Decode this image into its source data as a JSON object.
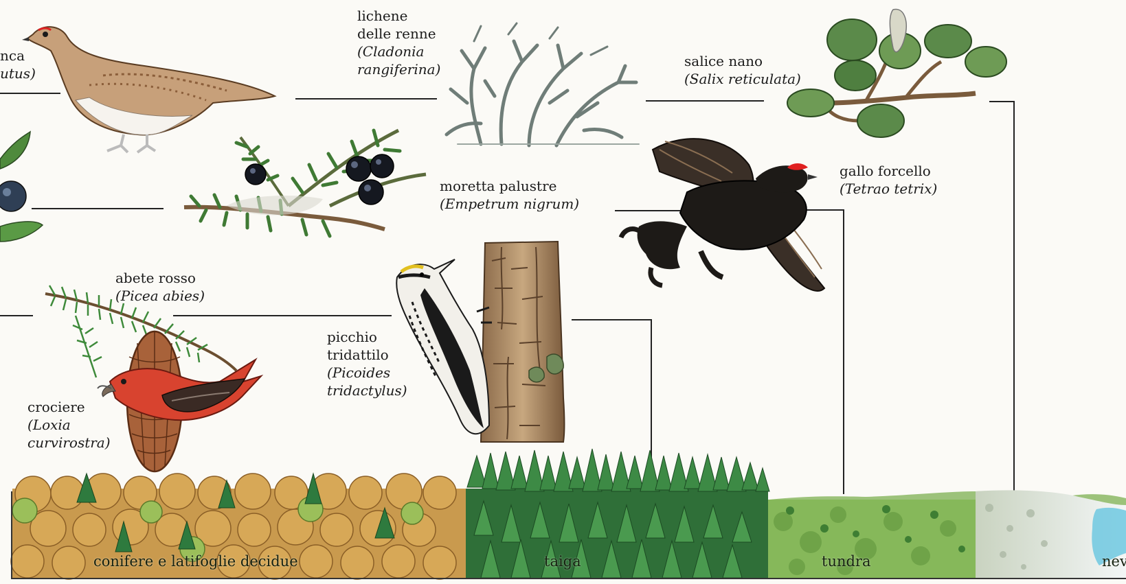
{
  "species": {
    "pernice": {
      "name_partial": "nca",
      "latin_partial": "utus)"
    },
    "lichene": {
      "line1": "lichene",
      "line2": "delle renne",
      "latin1": "(Cladonia",
      "latin2": "rangiferina)"
    },
    "salice": {
      "name": "salice nano",
      "latin": "(Salix reticulata)"
    },
    "moretta": {
      "name": "moretta palustre",
      "latin": "(Empetrum nigrum)"
    },
    "gallo": {
      "name": "gallo forcello",
      "latin": "(Tetrao tetrix)"
    },
    "abete": {
      "name": "abete rosso",
      "latin": "(Picea abies)"
    },
    "picchio": {
      "line1": "picchio",
      "line2": "tridattilo",
      "latin1": "(Picoides",
      "latin2": "tridactylus)"
    },
    "crociere": {
      "name": "crociere",
      "latin1": "(Loxia",
      "latin2": "curvirostra)"
    }
  },
  "biomes": {
    "mixed": "conifere e latifoglie decidue",
    "taiga": "taiga",
    "tundra": "tundra",
    "snow_partial": "nev"
  },
  "colors": {
    "line": "#222222",
    "crossbill_red": "#d8432f",
    "grouse_black": "#1d1a17",
    "grouse_wattle": "#e02020",
    "taiga_green": "#2f7a3a",
    "tundra_green": "#86b85a",
    "deciduous_orange": "#c99a4e",
    "snow": "#e8eef0",
    "water": "#6ec8e0"
  }
}
